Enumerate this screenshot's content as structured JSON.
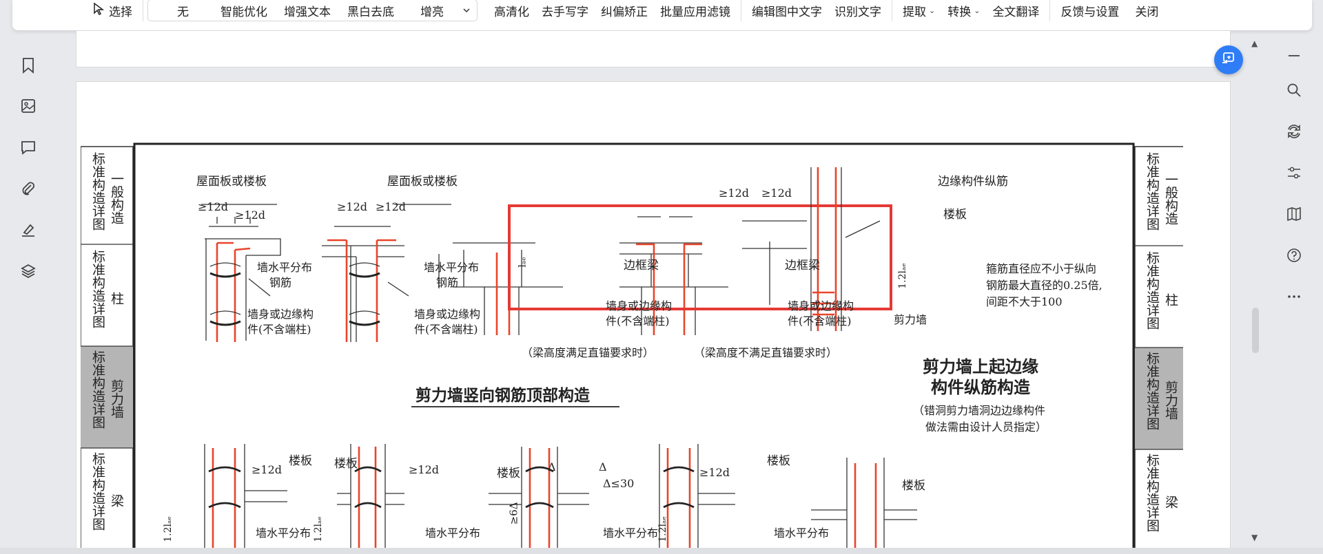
{
  "toolbar": {
    "select_label": "选择",
    "filters": [
      "无",
      "智能优化",
      "增强文本",
      "黑白去底",
      "增亮"
    ],
    "hd_label": "高清化",
    "remove_handwriting_label": "去手写字",
    "deskew_label": "纠偏矫正",
    "batch_filter_label": "批量应用滤镜",
    "edit_text_label": "编辑图中文字",
    "ocr_label": "识别文字",
    "extract_label": "提取",
    "convert_label": "转换",
    "translate_label": "全文翻译",
    "feedback_label": "反馈与设置",
    "close_label": "关闭"
  },
  "left_rail": [
    "bookmark-icon",
    "image-icon",
    "comment-icon",
    "attachment-icon",
    "signature-icon",
    "layers-icon"
  ],
  "right_rail": [
    "minimize-icon",
    "search-icon",
    "replace-icon",
    "settings-sliders-icon",
    "map-book-icon",
    "help-icon",
    "more-icon"
  ],
  "drawing": {
    "left_column": [
      {
        "main": "标准构造详图",
        "sub": "一般构造",
        "shaded": false
      },
      {
        "main": "标准构造详图",
        "sub": "柱",
        "shaded": false
      },
      {
        "main": "标准构造详图",
        "sub": "剪力墙",
        "shaded": true
      },
      {
        "main": "标准构造详图",
        "sub": "梁",
        "shaded": false
      }
    ],
    "right_column": [
      {
        "main": "标准构造详图",
        "sub": "一般构造",
        "shaded": false
      },
      {
        "main": "标准构造详图",
        "sub": "柱",
        "shaded": false
      },
      {
        "main": "标准构造详图",
        "sub": "剪力墙",
        "shaded": true
      },
      {
        "main": "标准构造详图",
        "sub": "梁",
        "shaded": false
      }
    ],
    "labels": {
      "roof_slab": "屋面板或楼板",
      "min_12d": "≥12d",
      "wall_horiz_bar_1": "墙水平分布",
      "wall_horiz_bar_2": "钢筋",
      "wall_body_1": "墙身或边缘构",
      "wall_body_2": "件(不含端柱)",
      "edge_beam": "边框梁",
      "lae": "lₐₑ",
      "beam_ok_note": "（梁高度满足直锚要求时）",
      "beam_not_ok_note": "（梁高度不满足直锚要求时）",
      "section_title": "剪力墙竖向钢筋顶部构造",
      "edge_longbar": "边缘构件纵筋",
      "floor_slab": "楼板",
      "stirrup_1": "箍筋直径应不小于纵向",
      "stirrup_2": "钢筋最大直径的0.25倍,",
      "stirrup_3": "间距不大于100",
      "lae_12": "1.2lₐₑ",
      "shear_wall": "剪力墙",
      "right_title_1": "剪力墙上起边缘",
      "right_title_2": "构件纵筋构造",
      "right_note_1": "（错洞剪力墙洞边边缘构件",
      "right_note_2": "做法需由设计人员指定）",
      "delta": "Δ",
      "delta_30": "Δ≤30",
      "six_delta": "≥6Δ"
    }
  }
}
